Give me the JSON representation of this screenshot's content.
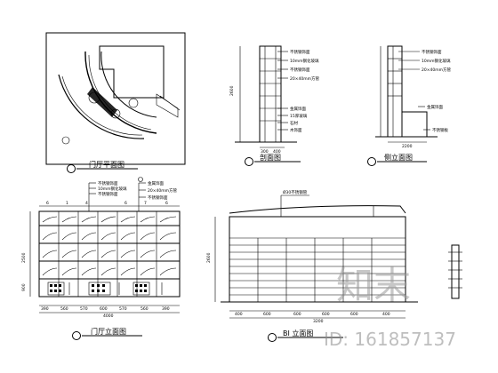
{
  "views": {
    "plan": {
      "title": "门厅平面图"
    },
    "section_a": {
      "title": "剖面图",
      "notes": [
        "不锈钢饰面",
        "10mm钢化玻璃",
        "不锈钢饰面",
        "20×40mm方管",
        "金属饰面",
        "15厚玻璃",
        "石材",
        "木饰面"
      ],
      "dims": [
        "2600",
        "300",
        "400"
      ]
    },
    "section_b": {
      "title": "侧立面图",
      "notes": [
        "不锈钢饰面",
        "10mm钢化玻璃",
        "20×40mm方管",
        "金属饰面",
        "不锈钢板"
      ],
      "dims": [
        "2200"
      ]
    },
    "elev_a": {
      "title": "门厅立面图",
      "notes": [
        "不锈钢饰面",
        "10mm钢化玻璃",
        "不锈钢饰面",
        "金属饰面",
        "20×40mm方管",
        "不锈钢饰面"
      ],
      "dims_top": [
        "6",
        "1",
        "4",
        "6",
        "7",
        "6"
      ],
      "dims_bottom": [
        "390",
        "560",
        "570",
        "600",
        "570",
        "560",
        "390"
      ],
      "total": "4000",
      "left": [
        "2500",
        "900"
      ]
    },
    "elev_b": {
      "title": "BI 立面图",
      "label": "Ø30不锈钢管",
      "dims_left": [
        "2600"
      ],
      "dims_bottom": [
        "400",
        "600",
        "600",
        "600",
        "600",
        "400"
      ],
      "total": "3200"
    }
  },
  "watermark": {
    "brand": "知末",
    "id": "ID: 161857137"
  }
}
